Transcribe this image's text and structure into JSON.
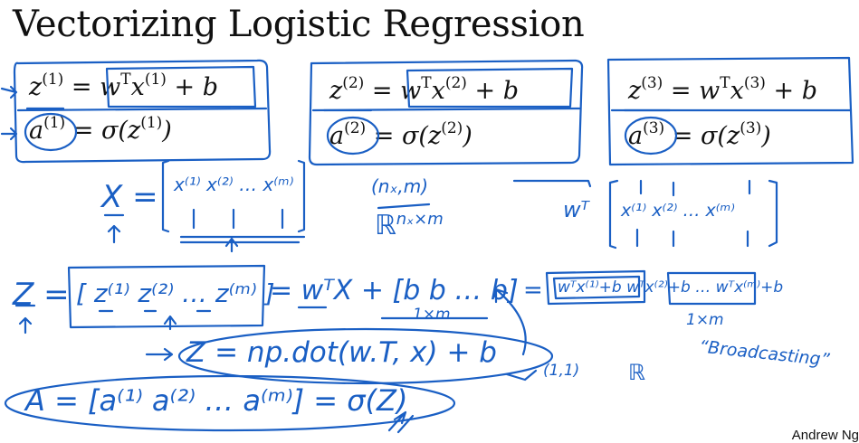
{
  "slide": {
    "title": "Vectorizing Logistic Regression",
    "footer": "Andrew Ng"
  },
  "equations": [
    {
      "z_lhs": "z",
      "z_idx": "(1)",
      "z_rhs": "w",
      "t": "T",
      "x": "x",
      "x_idx": "(1)",
      "plus_b": " + b",
      "a_lhs": "a",
      "a_idx": "(1)",
      "sigma": " = σ(z",
      "sig_idx": "(1)",
      "close": ")"
    },
    {
      "z_lhs": "z",
      "z_idx": "(2)",
      "z_rhs": "w",
      "t": "T",
      "x": "x",
      "x_idx": "(2)",
      "plus_b": " + b",
      "a_lhs": "a",
      "a_idx": "(2)",
      "sigma": " = σ(z",
      "sig_idx": "(2)",
      "close": ")"
    },
    {
      "z_lhs": "z",
      "z_idx": "(3)",
      "z_rhs": "w",
      "t": "T",
      "x": "x",
      "x_idx": "(3)",
      "plus_b": " + b",
      "a_lhs": "a",
      "a_idx": "(3)",
      "sigma": " = σ(z",
      "sig_idx": "(3)",
      "close": ")"
    }
  ],
  "handwriting": {
    "x_matrix_lhs": "X =",
    "x_matrix_entries": "x⁽¹⁾ x⁽²⁾ … x⁽ᵐ⁾",
    "dims_nxm": "(nₓ,m)",
    "real_space": "ℝ",
    "real_space_dims": "nₓ×m",
    "wt": "wᵀ",
    "wt_matrix_entries": "x⁽¹⁾ x⁽²⁾ … x⁽ᵐ⁾",
    "z_lhs": "Z =",
    "z_row": "[ z⁽¹⁾ z⁽²⁾ … z⁽ᵐ⁾ ]",
    "z_eq_wtx": "= wᵀX + [b b … b]",
    "one_by_m_a": "1×m",
    "equals_b": "=",
    "wtx_terms": "wᵀx⁽¹⁾+b   wᵀx⁽²⁾+b   …  wᵀx⁽ᵐ⁾+b",
    "one_by_m_b": "1×m",
    "code_line": "Z = np.dot(w.T, x) + b",
    "scalar_dims": "(1,1)",
    "real_symbol": "ℝ",
    "broadcasting": "“Broadcasting”",
    "a_line": "A = [a⁽¹⁾ a⁽²⁾ … a⁽ᵐ⁾] = σ(Z)"
  },
  "ink_color": "#1a5fc4"
}
